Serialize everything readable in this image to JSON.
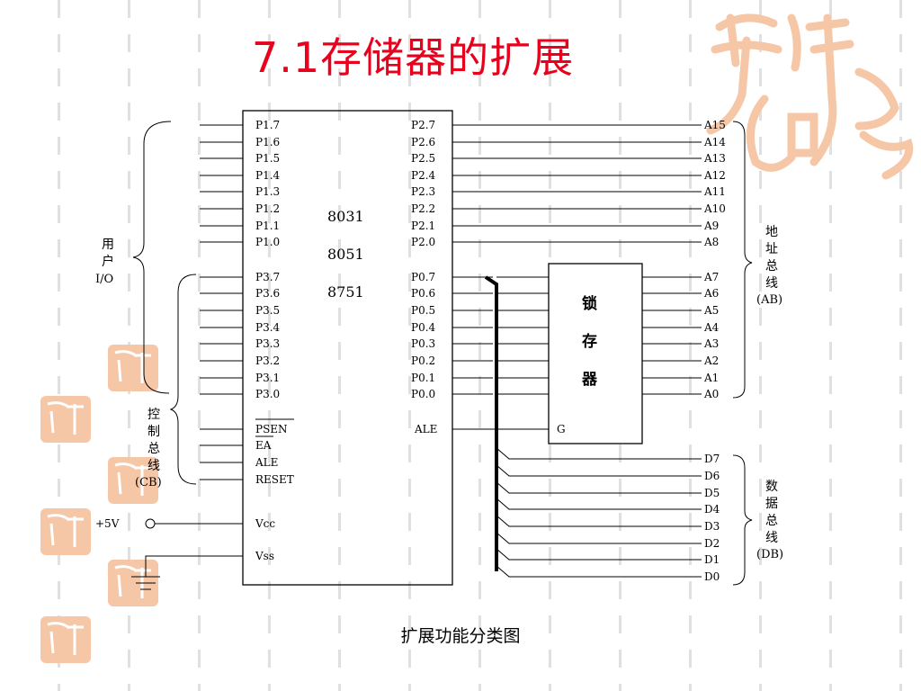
{
  "title": "7.1存储器的扩展",
  "caption": "扩展功能分类图",
  "chip": {
    "names": [
      "8031",
      "8051",
      "8751"
    ]
  },
  "left_pins_p1": [
    "P1.7",
    "P1.6",
    "P1.5",
    "P1.4",
    "P1.3",
    "P1.2",
    "P1.1",
    "P1.0"
  ],
  "left_pins_p3": [
    "P3.7",
    "P3.6",
    "P3.5",
    "P3.4",
    "P3.3",
    "P3.2",
    "P3.1",
    "P3.0"
  ],
  "left_pins_ctrl": [
    "PSEN",
    "EA",
    "ALE",
    "RESET"
  ],
  "power_pins": [
    "Vcc",
    "Vss"
  ],
  "power_label": "+5V",
  "right_pins_p2": [
    "P2.7",
    "P2.6",
    "P2.5",
    "P2.4",
    "P2.3",
    "P2.2",
    "P2.1",
    "P2.0"
  ],
  "right_pins_p0": [
    "P0.7",
    "P0.6",
    "P0.5",
    "P0.4",
    "P0.3",
    "P0.2",
    "P0.1",
    "P0.0"
  ],
  "right_pin_ale": "ALE",
  "latch": {
    "label": [
      "锁",
      "存",
      "器"
    ],
    "gate_label": "G"
  },
  "addr_high": [
    "A15",
    "A14",
    "A13",
    "A12",
    "A11",
    "A10",
    "A9",
    "A8"
  ],
  "addr_low": [
    "A7",
    "A6",
    "A5",
    "A4",
    "A3",
    "A2",
    "A1",
    "A0"
  ],
  "data_bus": [
    "D7",
    "D6",
    "D5",
    "D4",
    "D3",
    "D2",
    "D1",
    "D0"
  ],
  "groups": {
    "user_io": [
      "用",
      "户",
      "I/O"
    ],
    "control_bus": [
      "控",
      "制",
      "总",
      "线",
      "(CB)"
    ],
    "address_bus": [
      "地",
      "址",
      "总",
      "线",
      "(AB)"
    ],
    "data_bus": [
      "数",
      "据",
      "总",
      "线",
      "(DB)"
    ]
  },
  "colors": {
    "title": "#e8001c",
    "watermark": "#f6c7a6",
    "line": "#000000"
  }
}
